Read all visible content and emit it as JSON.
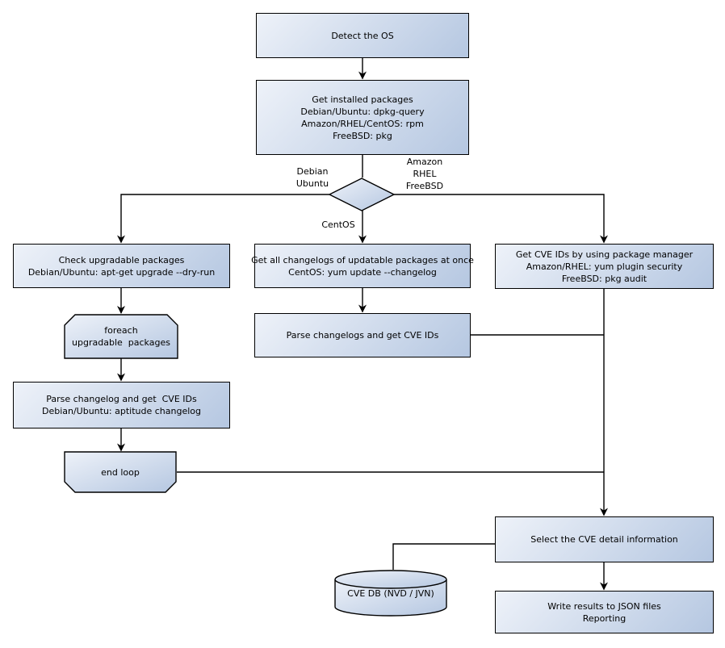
{
  "colors": {
    "background": "#ffffff",
    "node_fill_start": "#eef2f9",
    "node_fill_end": "#b5c7e1",
    "node_border": "#000000",
    "connector": "#000000",
    "text": "#000000"
  },
  "nodes": {
    "detect_os": {
      "label": "Detect the OS"
    },
    "get_installed_packages": {
      "label": "Get installed packages\nDebian/Ubuntu: dpkg-query\nAmazon/RHEL/CentOS: rpm\nFreeBSD: pkg"
    },
    "check_upgradable": {
      "label": "Check upgradable packages\nDebian/Ubuntu: apt-get upgrade --dry-run"
    },
    "foreach_loop": {
      "label": "foreach\nupgradable  packages"
    },
    "parse_changelog_deb": {
      "label": "Parse changelog and get  CVE IDs\nDebian/Ubuntu: aptitude changelog"
    },
    "end_loop": {
      "label": "end loop"
    },
    "get_all_changelogs": {
      "label": "Get all changelogs of updatable packages at once\nCentOS: yum update --changelog"
    },
    "parse_changelogs_centos": {
      "label": "Parse changelogs and get CVE IDs"
    },
    "get_cve_ids_pkg_mgr": {
      "label": "Get CVE IDs by using package manager\nAmazon/RHEL: yum plugin security\nFreeBSD: pkg audit"
    },
    "select_cve_detail": {
      "label": "Select the CVE detail information"
    },
    "cve_db": {
      "label": "CVE DB (NVD / JVN)"
    },
    "write_results": {
      "label": "Write results to JSON files\nReporting"
    }
  },
  "branch_labels": {
    "debian_ubuntu": "Debian\nUbuntu",
    "amazon_rhel_freebsd": "Amazon\nRHEL\nFreeBSD",
    "centos": "CentOS"
  }
}
